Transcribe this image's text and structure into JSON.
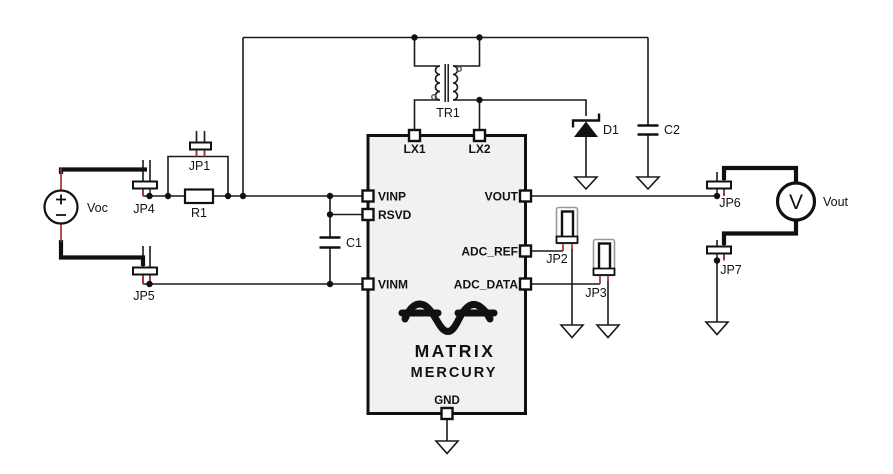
{
  "schematic": {
    "source": {
      "label": "Voc"
    },
    "voltmeter": {
      "label": "Vout",
      "symbol": "V"
    },
    "ic": {
      "logo_line1": "MATRIX",
      "logo_line2": "MERCURY",
      "pins": {
        "lx1": "LX1",
        "lx2": "LX2",
        "vinp": "VINP",
        "rsvd": "RSVD",
        "vinm": "VINM",
        "vout": "VOUT",
        "adc_ref": "ADC_REF",
        "adc_data": "ADC_DATA",
        "gnd": "GND"
      }
    },
    "refs": {
      "tr1": "TR1",
      "d1": "D1",
      "c1": "C1",
      "c2": "C2",
      "r1": "R1",
      "jp1": "JP1",
      "jp2": "JP2",
      "jp3": "JP3",
      "jp4": "JP4",
      "jp5": "JP5",
      "jp6": "JP6",
      "jp7": "JP7"
    },
    "colors": {
      "wire": "#1a1a1a",
      "terminal_red": "#a83232",
      "ic_fill": "#f1f1f1",
      "shunt_outline": "#999999"
    }
  }
}
